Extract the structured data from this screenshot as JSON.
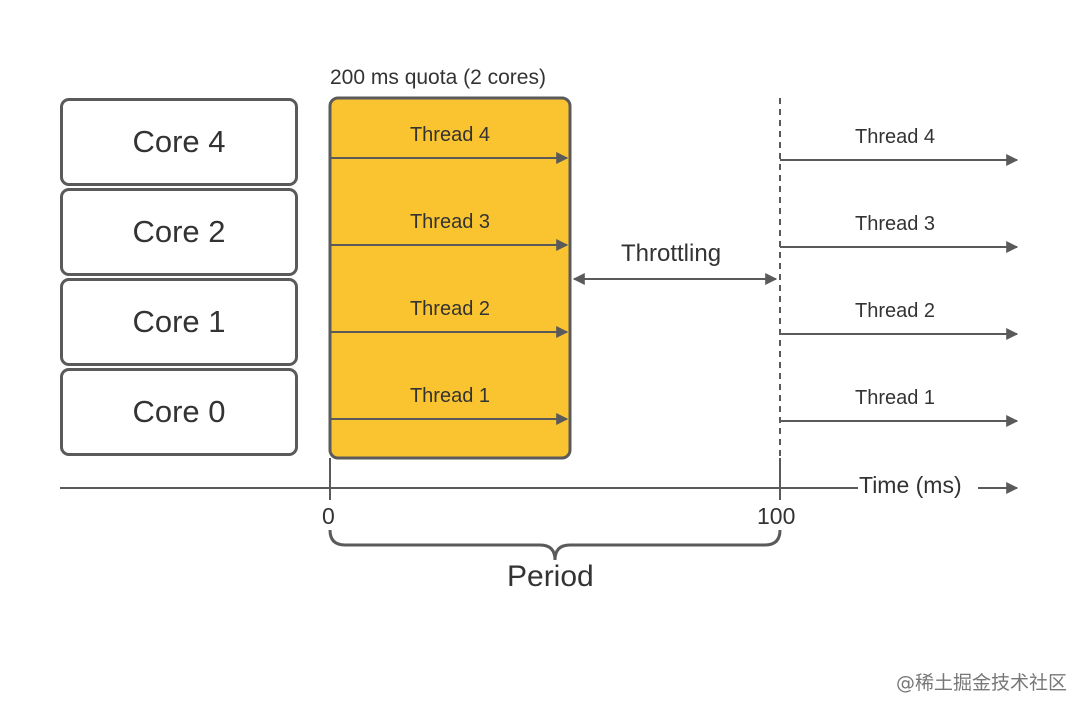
{
  "cores": [
    "Core 4",
    "Core 2",
    "Core 1",
    "Core 0"
  ],
  "quota_label": "200 ms quota (2 cores)",
  "threads_in_quota": [
    "Thread 4",
    "Thread 3",
    "Thread 2",
    "Thread 1"
  ],
  "throttling_label": "Throttling",
  "threads_after_period": [
    "Thread 4",
    "Thread 3",
    "Thread 2",
    "Thread 1"
  ],
  "time_axis": {
    "label": "Time (ms)",
    "tick_start": "0",
    "tick_end": "100"
  },
  "period_label": "Period",
  "watermark": "@稀土掘金技术社区",
  "colors": {
    "quota_fill": "#f9c430",
    "stroke": "#5a5a5a",
    "text": "#333333"
  }
}
